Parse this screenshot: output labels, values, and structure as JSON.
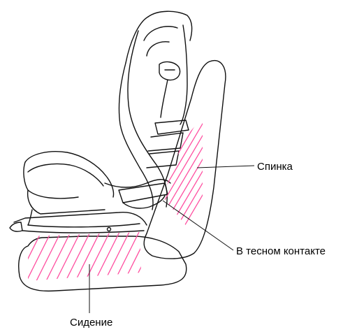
{
  "labels": {
    "backrest": "Спинка",
    "contact": "В тесном контакте",
    "seat": "Сидение"
  },
  "colors": {
    "outline": "#111111",
    "hatch": "#ff4fa0",
    "background": "#ffffff"
  }
}
